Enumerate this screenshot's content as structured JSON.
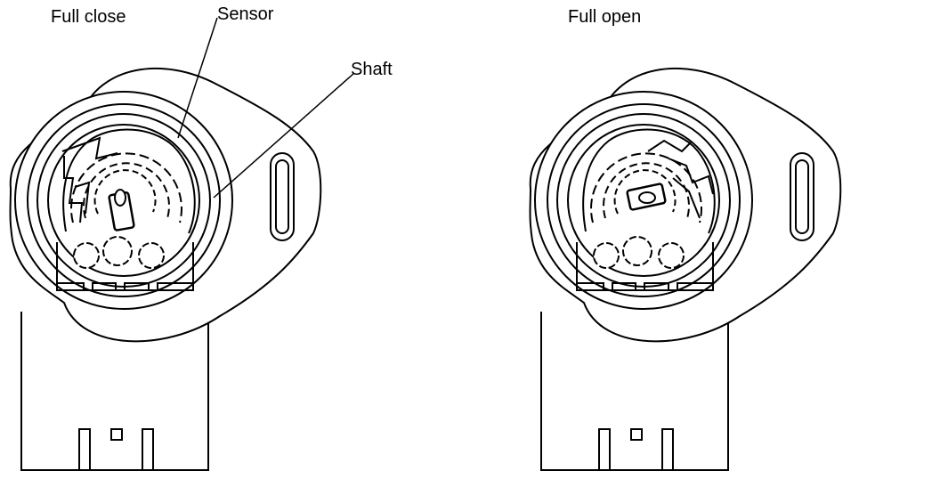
{
  "diagram": {
    "panels": [
      {
        "state_label": "Full close"
      },
      {
        "state_label": "Full open"
      }
    ],
    "callouts": {
      "sensor": "Sensor",
      "shaft": "Shaft"
    },
    "colors": {
      "line": "#000000",
      "background": "#ffffff"
    }
  }
}
